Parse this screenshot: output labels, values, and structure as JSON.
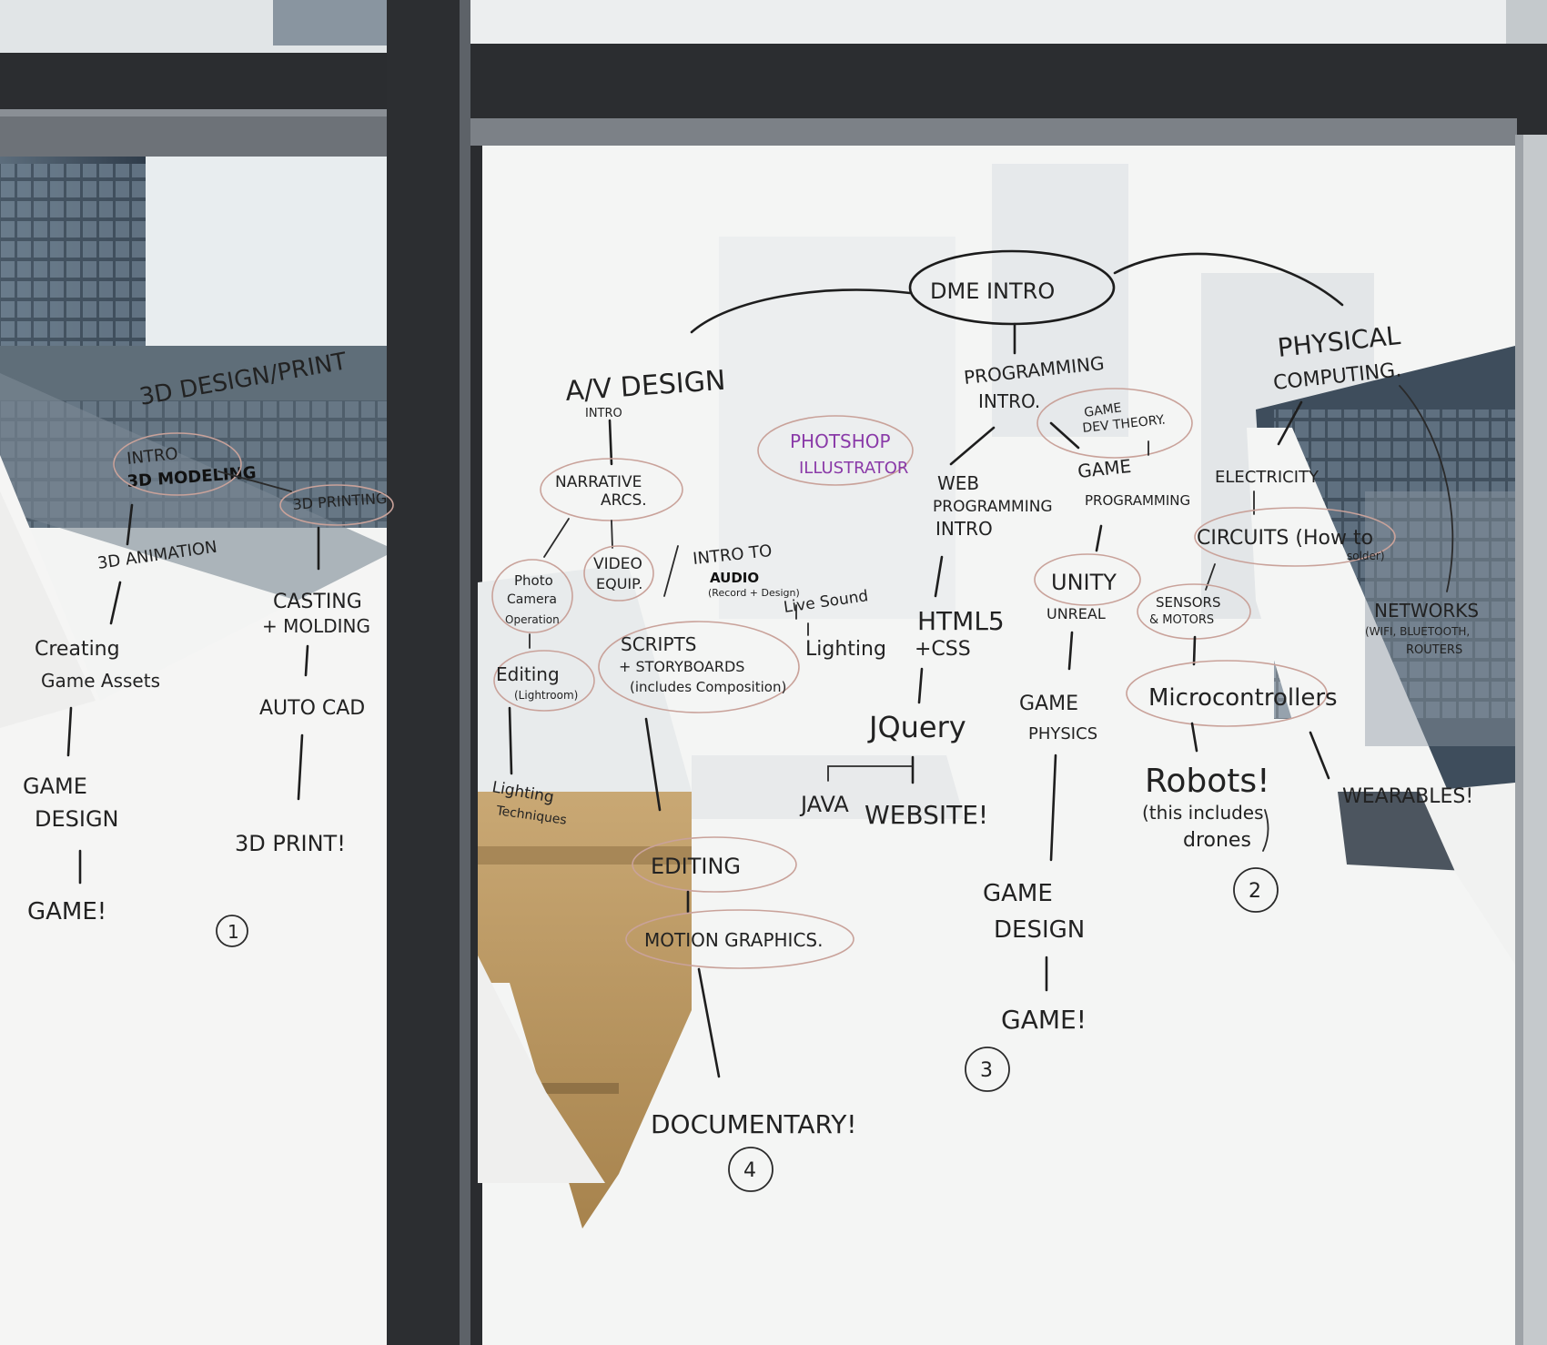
{
  "left_panel": {
    "d3_design": "3D DESIGN/PRINT",
    "intro_3d": "INTRO",
    "modeling_3d": "3D MODELING",
    "printing_3d": "3D PRINTING",
    "animation": "3D ANIMATION",
    "creating": "Creating",
    "game_assets": "Game Assets",
    "casting": "CASTING",
    "molding": "+ MOLDING",
    "autocad": "AUTO CAD",
    "game": "GAME",
    "design": "DESIGN",
    "game_final": "GAME!",
    "print_final": "3D PRINT!",
    "number": "1"
  },
  "center": {
    "root": "DME INTRO",
    "av_design": "A/V DESIGN",
    "av_intro": "INTRO",
    "photoshop": "PHOTSHOP",
    "illustrator": "ILLUSTRATOR",
    "narrative": "NARRATIVE",
    "arcs": "ARCS.",
    "photo": "Photo",
    "camera": "Camera",
    "operation": "Operation",
    "video": "VIDEO",
    "equip": "EQUIP.",
    "intro_to": "INTRO TO",
    "audio": "AUDIO",
    "record_design": "(Record + Design)",
    "live_sound": "Live Sound",
    "lighting": "Lighting",
    "editing_light": "Editing",
    "lightroom": "(Lightroom)",
    "scripts": "SCRIPTS",
    "storyboards": "+ STORYBOARDS",
    "includes_comp": "(includes Composition)",
    "lighting_tech_1": "Lighting",
    "lighting_tech_2": "Techniques",
    "editing": "EDITING",
    "motion": "MOTION GRAPHICS.",
    "documentary": "DOCUMENTARY!",
    "num_4": "4",
    "programming": "PROGRAMMING",
    "prog_intro": "INTRO.",
    "game_dev_1": "GAME",
    "game_dev_2": "DEV THEORY.",
    "web_1": "WEB",
    "web_2": "PROGRAMMING",
    "web_3": "INTRO",
    "game_prog_1": "GAME",
    "game_prog_2": "PROGRAMMING",
    "html5": "HTML5",
    "css": "+CSS",
    "jquery": "JQuery",
    "java": "JAVA",
    "website": "WEBSITE!",
    "unity": "UNITY",
    "unreal": "UNREAL",
    "game_physics_1": "GAME",
    "game_physics_2": "PHYSICS",
    "game_design_1": "GAME",
    "game_design_2": "DESIGN",
    "game_final": "GAME!",
    "num_3": "3"
  },
  "right": {
    "physical_1": "PHYSICAL",
    "physical_2": "COMPUTING.",
    "electricity": "ELECTRICITY",
    "circuits": "CIRCUITS (How to",
    "circuits_2": "solder)",
    "sensors": "SENSORS",
    "motors": "& MOTORS",
    "networks": "NETWORKS",
    "wifi": "(WIFI, BLUETOOTH,",
    "routers": "ROUTERS",
    "micro": "Microcontrollers",
    "robots": "Robots!",
    "includes": "(this includes",
    "drones": "drones",
    "wearables": "WEARABLES!",
    "num_2": "2"
  }
}
